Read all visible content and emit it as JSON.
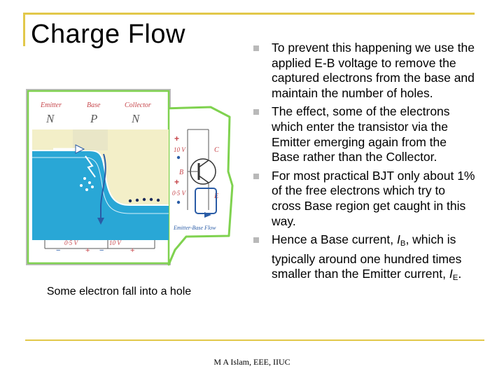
{
  "slide": {
    "title": "Charge Flow",
    "caption": "Some electron fall into a hole",
    "footer": "M A Islam, EEE, IIUC"
  },
  "bullets": {
    "b1": "To prevent this happening we use the applied E-B voltage to remove the captured electrons from the base and maintain the number of holes.",
    "b2": "The effect, some of the electrons which enter the transistor via the Emitter emerging again from the Base rather than the Collector.",
    "b3": "For most practical BJT only about 1% of the free electrons which try to cross Base region get caught in this way.",
    "b4_text": "Hence a Base current, ",
    "b4_ib_letter": "I",
    "b4_ib_sub": "B",
    "b4_mid": ", which is typically around one hundred times smaller than the Emitter current, ",
    "b4_ie_letter": "I",
    "b4_ie_sub": "E",
    "b4_end": "."
  },
  "diagram": {
    "regions": [
      {
        "name": "Emitter",
        "type": "N"
      },
      {
        "name": "Base",
        "type": "P"
      },
      {
        "name": "Collector",
        "type": "N"
      }
    ],
    "voltage_right_top": "10 V",
    "voltage_right_bottom": "0·5 V",
    "voltage_bottom_left": "0·5 V",
    "voltage_bottom_right": "10 V",
    "terminal_c": "C",
    "terminal_b": "B",
    "terminal_e": "E",
    "flow_label": "Emitter-Base Flow",
    "sign_plus": "+",
    "sign_minus": "−",
    "colors": {
      "n_region": "#f3efc8",
      "p_band": "#29a7d6",
      "border_green": "#7fd24f",
      "label_red": "#c6454a",
      "label_blue": "#2a5ca6",
      "frame_gray": "#bbbbbb"
    }
  }
}
